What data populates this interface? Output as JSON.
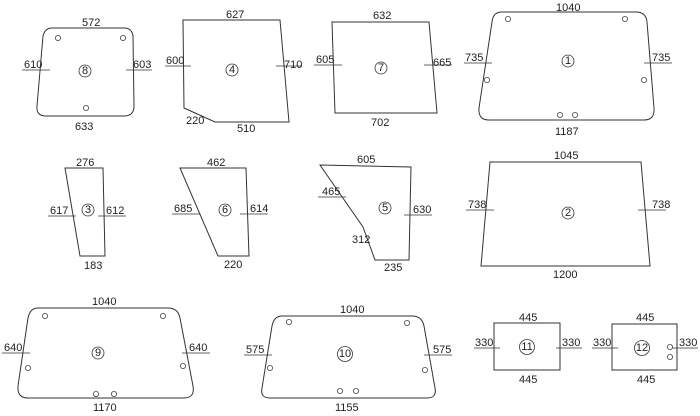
{
  "panels": [
    {
      "id": "8",
      "labels": {
        "top": "572",
        "left": "610",
        "right": "603",
        "bottom": "633"
      }
    },
    {
      "id": "4",
      "labels": {
        "top": "627",
        "left": "600",
        "right": "710",
        "bottom": "510",
        "diag": "220"
      }
    },
    {
      "id": "7",
      "labels": {
        "top": "632",
        "left": "605",
        "right": "665",
        "bottom": "702"
      }
    },
    {
      "id": "1",
      "labels": {
        "top": "1040",
        "left": "735",
        "right": "735",
        "bottom": "1187"
      }
    },
    {
      "id": "3",
      "labels": {
        "top": "276",
        "left": "617",
        "right": "612",
        "bottom": "183"
      }
    },
    {
      "id": "6",
      "labels": {
        "top": "462",
        "left": "685",
        "right": "614",
        "bottom": "220"
      }
    },
    {
      "id": "5",
      "labels": {
        "top": "605",
        "left": "465",
        "right": "630",
        "bottom": "235",
        "diag": "312"
      }
    },
    {
      "id": "2",
      "labels": {
        "top": "1045",
        "left": "738",
        "right": "738",
        "bottom": "1200"
      }
    },
    {
      "id": "9",
      "labels": {
        "top": "1040",
        "left": "640",
        "right": "640",
        "bottom": "1170"
      }
    },
    {
      "id": "10",
      "labels": {
        "top": "1040",
        "left": "575",
        "right": "575",
        "bottom": "1155"
      }
    },
    {
      "id": "11",
      "labels": {
        "top": "445",
        "left": "330",
        "right": "330",
        "bottom": "445"
      }
    },
    {
      "id": "12",
      "labels": {
        "top": "445",
        "left": "330",
        "right": "330",
        "bottom": "445"
      }
    }
  ]
}
